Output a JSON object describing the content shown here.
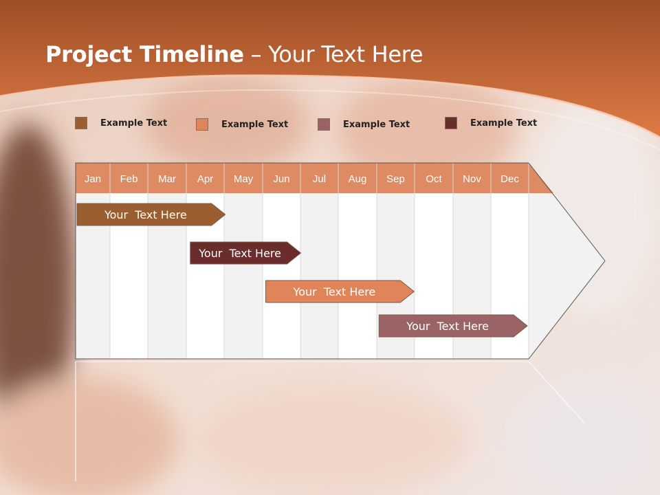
{
  "slide": {
    "title_bold": "Project Timeline",
    "title_rest": " – Your Text Here"
  },
  "legend": [
    {
      "label": "Example Text",
      "color": "#9b5e2e"
    },
    {
      "label": "Example Text",
      "color": "#e0845a"
    },
    {
      "label": "Example Text",
      "color": "#9a6466"
    },
    {
      "label": "Example Text",
      "color": "#6b2c2c"
    }
  ],
  "chart_data": {
    "type": "gantt",
    "months": [
      "Jan",
      "Feb",
      "Mar",
      "Apr",
      "May",
      "Jun",
      "Jul",
      "Aug",
      "Sep",
      "Oct",
      "Nov",
      "Dec"
    ],
    "tasks": [
      {
        "label": "Your  Text Here",
        "start_month": 1,
        "end_month": 4.0,
        "color": "#9b5e2e"
      },
      {
        "label": "Your  Text Here",
        "start_month": 4.0,
        "end_month": 6.0,
        "color": "#6b2c2c"
      },
      {
        "label": "Your  Text Here",
        "start_month": 6.0,
        "end_month": 9.0,
        "color": "#e0845a"
      },
      {
        "label": "Your  Text Here",
        "start_month": 9.0,
        "end_month": 12.0,
        "color": "#9a6466"
      }
    ],
    "colors": {
      "header": "#de8a62",
      "header_text": "#ffffff",
      "stripe_light": "#ffffff",
      "stripe_dark": "#f2f2f2",
      "bar_text": "#ffffff"
    }
  }
}
